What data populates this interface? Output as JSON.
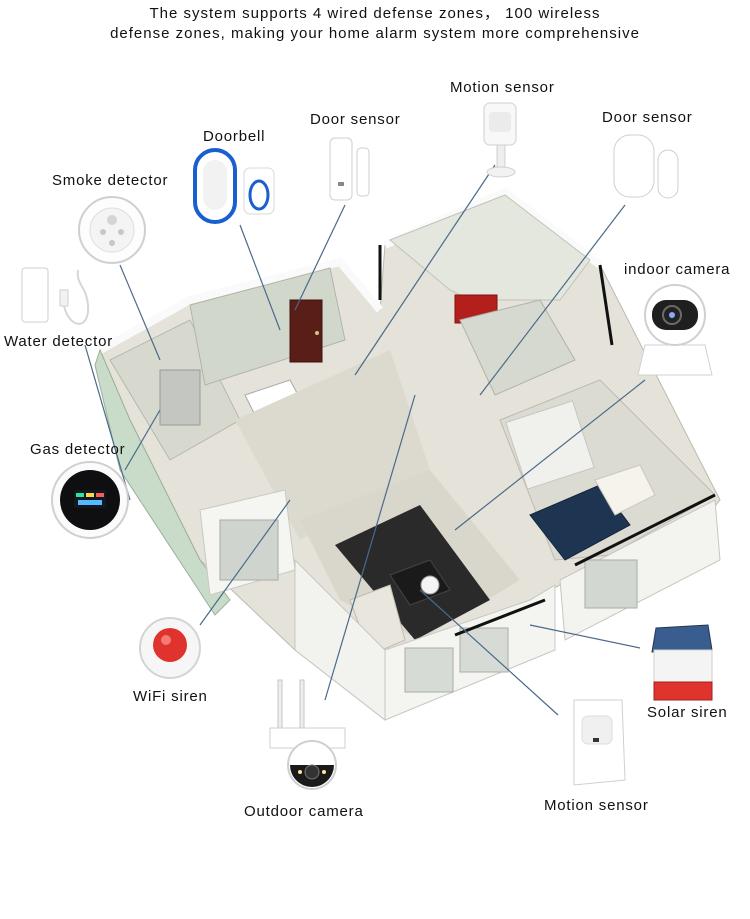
{
  "headline": {
    "line1": "The system supports 4 wired defense zones， 100 wireless",
    "line2": "defense zones, making your home alarm system more comprehensive"
  },
  "labels": {
    "smoke_detector": "Smoke detector",
    "doorbell": "Doorbell",
    "door_sensor_left": "Door sensor",
    "motion_sensor_top": "Motion sensor",
    "door_sensor_right": "Door sensor",
    "indoor_camera": "indoor camera",
    "water_detector": "Water detector",
    "gas_detector": "Gas detector",
    "wifi_siren": "WiFi siren",
    "outdoor_camera": "Outdoor camera",
    "motion_sensor_bottom": "Motion sensor",
    "solar_siren": "Solar siren"
  },
  "colors": {
    "leader_line": "#4a6a8a",
    "wall_white": "#f3f3f0",
    "floor_tile": "#d9d6cc",
    "wallpaper": "#cfd6c9",
    "carpet": "#2a2a2a",
    "siren_red": "#e0332e",
    "doorbell_blue": "#1a5fd0",
    "bed_navy": "#1e3552"
  }
}
